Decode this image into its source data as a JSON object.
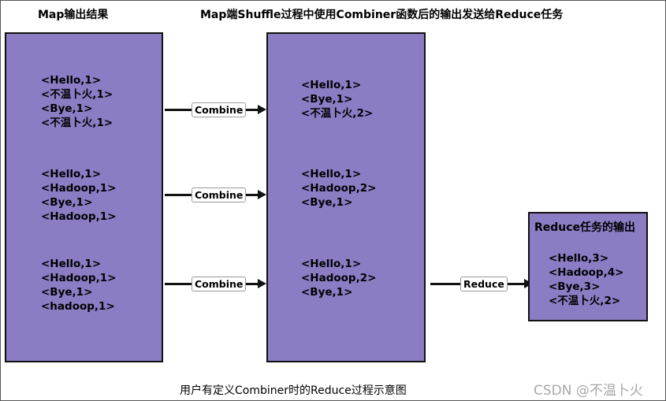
{
  "titles": {
    "map_output": "Map输出结果",
    "shuffle": "Map端Shuffle过程中使用Combiner函数后的输出发送给Reduce任务",
    "reduce_output": "Reduce任务的输出",
    "caption": "用户有定义Combiner时的Reduce过程示意图"
  },
  "map_box": {
    "groups": [
      [
        "<Hello,1>",
        "<不温卜火,1>",
        "<Bye,1>",
        "<不温卜火,1>"
      ],
      [
        "<Hello,1>",
        "<Hadoop,1>",
        "<Bye,1>",
        "<Hadoop,1>"
      ],
      [
        "<Hello,1>",
        "<Hadoop,1>",
        "<Bye,1>",
        "<hadoop,1>"
      ]
    ]
  },
  "combine_box": {
    "groups": [
      [
        "<Hello,1>",
        "<Bye,1>",
        "<不温卜火,2>"
      ],
      [
        "<Hello,1>",
        "<Hadoop,2>",
        "<Bye,1>"
      ],
      [
        "<Hello,1>",
        "<Hadoop,2>",
        "<Bye,1>"
      ]
    ]
  },
  "reduce_box": {
    "lines": [
      "<Hello,3>",
      "<Hadoop,4>",
      "<Bye,3>",
      "<不温卜火,2>"
    ]
  },
  "arrows": {
    "combine_labels": [
      "Combine",
      "Combine",
      "Combine"
    ],
    "reduce_label": "Reduce"
  },
  "watermark": "CSDN @不温卜火",
  "colors": {
    "box_fill": "#8b7cc4",
    "box_border": "#111111",
    "watermark": "#a8a8a8"
  }
}
